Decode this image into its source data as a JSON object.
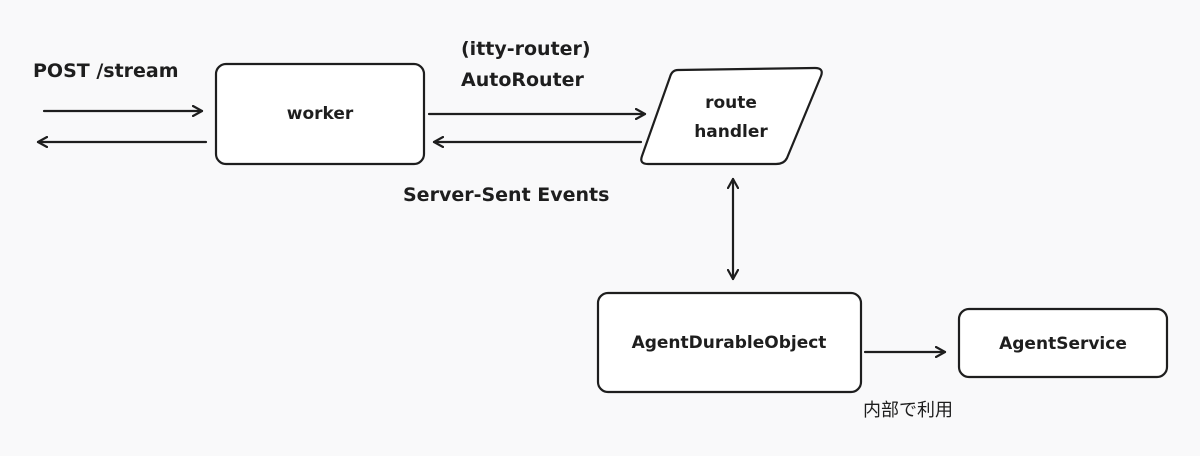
{
  "nodes": {
    "worker": "worker",
    "route_handler_line1": "route",
    "route_handler_line2": "handler",
    "agent_durable_object": "AgentDurableObject",
    "agent_service": "AgentService"
  },
  "edges": {
    "request_label": "POST /stream",
    "router_label_line1": "(itty-router)",
    "router_label_line2": "AutoRouter",
    "response_label": "Server-Sent Events",
    "internal_use_label": "内部で利用"
  }
}
